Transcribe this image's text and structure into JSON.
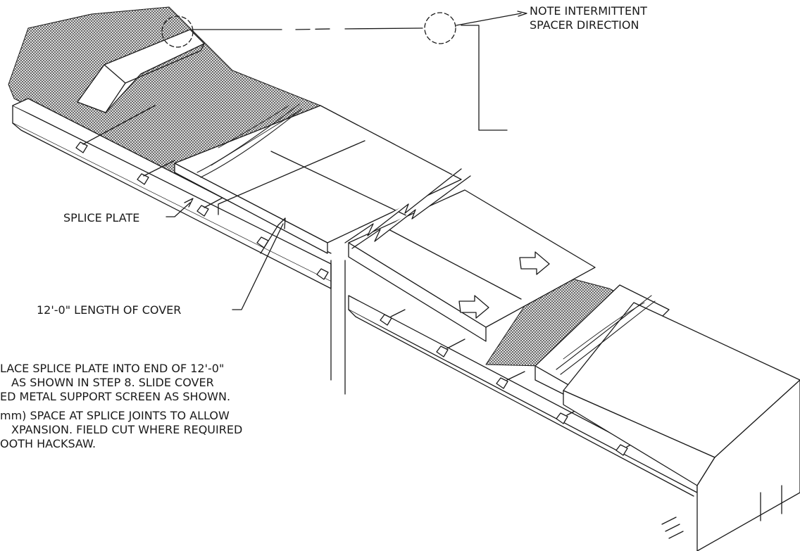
{
  "labels": {
    "note_line1": "NOTE INTERMITTENT",
    "note_line2": "SPACER DIRECTION",
    "splice_plate": "SPLICE PLATE",
    "cover_length": "12'-0\" LENGTH OF COVER"
  },
  "instructions": {
    "line1": "LACE SPLICE PLATE INTO END OF 12'-0\"",
    "line2": "AS SHOWN IN STEP 8. SLIDE COVER",
    "line3": "ED METAL SUPPORT SCREEN AS SHOWN.",
    "line4": "mm) SPACE AT SPLICE JOINTS TO ALLOW",
    "line5": "XPANSION. FIELD CUT WHERE REQUIRED",
    "line6": "OOTH HACKSAW."
  },
  "colors": {
    "ink": "#1a1a1a",
    "paper": "#ffffff",
    "mesh": "#555555"
  }
}
